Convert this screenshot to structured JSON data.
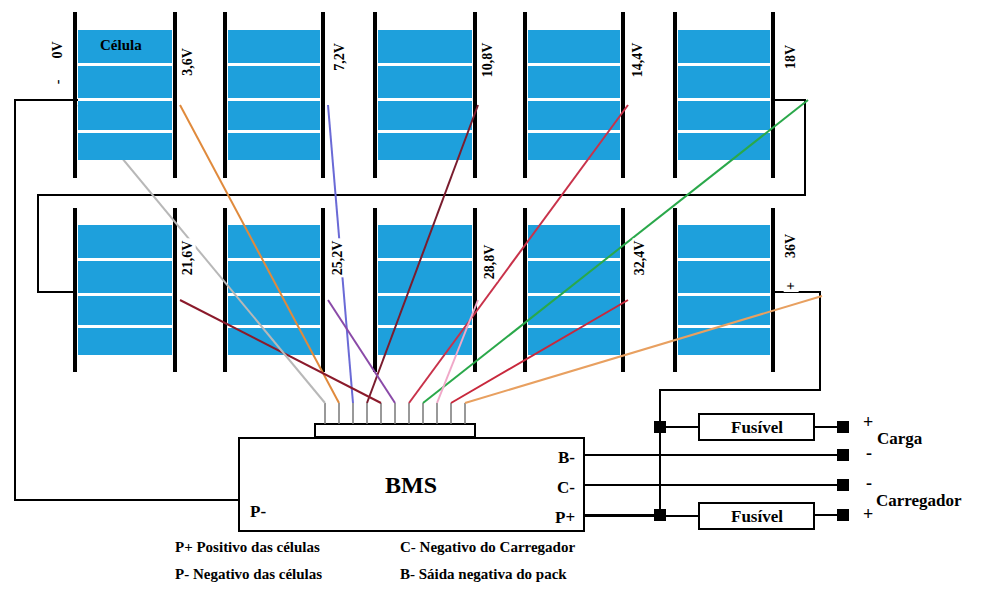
{
  "diagram": {
    "nodes": [
      {
        "text": [
          "Célula"
        ]
      },
      {
        "text": [
          "Fusível"
        ]
      },
      {
        "text": [
          "BMS",
          "P-",
          "B-",
          "C-",
          "P+"
        ]
      },
      {
        "text": [
          "Fusível"
        ]
      }
    ],
    "edges": [
      {
        "from": 0,
        "to": 2,
        "arrow": "none"
      },
      {
        "from": 0,
        "to": 2,
        "arrow": "none"
      },
      {
        "from": 2,
        "to": 1,
        "arrow": "none"
      },
      {
        "from": 2,
        "to": 3,
        "arrow": "none"
      }
    ],
    "labels": [
      "-",
      "0V",
      "3,6V",
      "7,2V",
      "10,8V",
      "14,4V",
      "18V",
      "21,6V",
      "25,2V",
      "28,8V",
      "32,4V",
      "+",
      "36V",
      "+",
      "Carga",
      "-",
      "-",
      "Carregador",
      "+",
      "P+ Positivo das células",
      "P- Negativo das células",
      "C- Negativo do Carregador",
      "B- Sáida negativa do pack"
    ]
  }
}
